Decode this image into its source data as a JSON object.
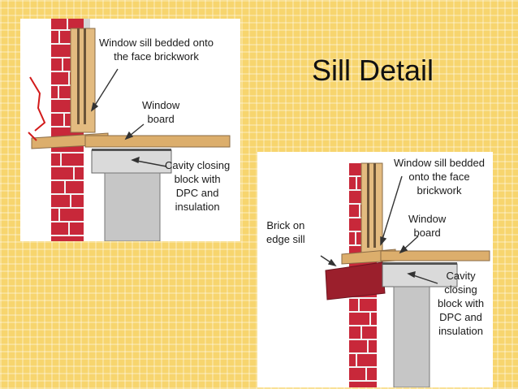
{
  "title": "Sill Detail",
  "left_panel": {
    "label_sill": "Window sill bedded onto\nthe face brickwork",
    "label_board": "Window\nboard",
    "label_cavity": "Cavity closing\nblock with\nDPC and\ninsulation"
  },
  "right_panel": {
    "label_sill": "Window sill bedded\nonto the face brickwork",
    "label_board": "Window\nboard",
    "label_brick": "Brick on\nedge sill",
    "label_cavity": "Cavity\nclosing\nblock with\nDPC and\ninsulation"
  },
  "colors": {
    "brick": "#c8283a",
    "mortar": "#f2f2f2",
    "timber": "#dcae6c",
    "timber_dark": "#c9955a",
    "block": "#c6c6c6",
    "brick_on_edge": "#9b1f2c"
  }
}
